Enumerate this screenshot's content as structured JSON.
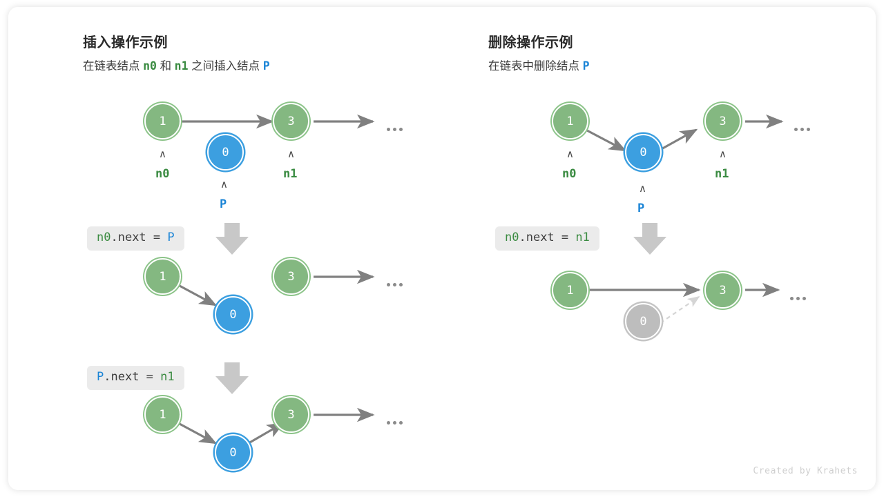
{
  "footer": {
    "credit": "Created by Krahets"
  },
  "colors": {
    "green_node": "#84b881",
    "blue_node": "#3c9fe0",
    "gray_node": "#bdbdbd",
    "arrow": "#808080",
    "dashed_arrow": "#d5d5d5",
    "step_arrow": "#c8c8c8",
    "code_chip_bg": "#ebebeb",
    "token_green": "#3a8b41",
    "token_blue": "#1a84d6",
    "title": "#2b2b2b"
  },
  "panels": {
    "insert": {
      "title": "插入操作示例",
      "subtitle_parts": [
        {
          "text": "在链表结点",
          "kind": "plain"
        },
        {
          "text": "n0",
          "kind": "green"
        },
        {
          "text": "和",
          "kind": "plain"
        },
        {
          "text": "n1",
          "kind": "green"
        },
        {
          "text": "之间插入结点",
          "kind": "plain"
        },
        {
          "text": "P",
          "kind": "blue"
        }
      ],
      "steps": [
        {
          "code_parts": [
            {
              "text": "n0",
              "kind": "green"
            },
            {
              "text": ".next = ",
              "kind": "plain"
            },
            {
              "text": "P",
              "kind": "blue"
            }
          ]
        },
        {
          "code_parts": [
            {
              "text": "P",
              "kind": "blue"
            },
            {
              "text": ".next = ",
              "kind": "plain"
            },
            {
              "text": "n1",
              "kind": "green"
            }
          ]
        }
      ],
      "rows": [
        {
          "name": "initial-state",
          "nodes": [
            {
              "value": "1",
              "color": "green",
              "pointer": "n0",
              "pointer_color": "green"
            },
            {
              "value": "0",
              "color": "blue",
              "pointer": "P",
              "pointer_color": "blue"
            },
            {
              "value": "3",
              "color": "green",
              "pointer": "n1",
              "pointer_color": "green"
            }
          ],
          "ellipsis": true
        },
        {
          "name": "after-n0-next-p",
          "nodes": [
            {
              "value": "1",
              "color": "green"
            },
            {
              "value": "0",
              "color": "blue"
            },
            {
              "value": "3",
              "color": "green"
            }
          ],
          "ellipsis": true
        },
        {
          "name": "after-p-next-n1",
          "nodes": [
            {
              "value": "1",
              "color": "green"
            },
            {
              "value": "0",
              "color": "blue"
            },
            {
              "value": "3",
              "color": "green"
            }
          ],
          "ellipsis": true
        }
      ]
    },
    "remove": {
      "title": "删除操作示例",
      "subtitle_parts": [
        {
          "text": "在链表中删除结点",
          "kind": "plain"
        },
        {
          "text": "P",
          "kind": "blue"
        }
      ],
      "steps": [
        {
          "code_parts": [
            {
              "text": "n0",
              "kind": "green"
            },
            {
              "text": ".next = ",
              "kind": "plain"
            },
            {
              "text": "n1",
              "kind": "green"
            }
          ]
        }
      ],
      "rows": [
        {
          "name": "initial-state",
          "nodes": [
            {
              "value": "1",
              "color": "green",
              "pointer": "n0",
              "pointer_color": "green"
            },
            {
              "value": "0",
              "color": "blue",
              "pointer": "P",
              "pointer_color": "blue"
            },
            {
              "value": "3",
              "color": "green",
              "pointer": "n1",
              "pointer_color": "green"
            }
          ],
          "ellipsis": true
        },
        {
          "name": "after-n0-next-n1",
          "nodes": [
            {
              "value": "1",
              "color": "green"
            },
            {
              "value": "0",
              "color": "gray"
            },
            {
              "value": "3",
              "color": "green"
            }
          ],
          "ellipsis": true
        }
      ]
    }
  }
}
